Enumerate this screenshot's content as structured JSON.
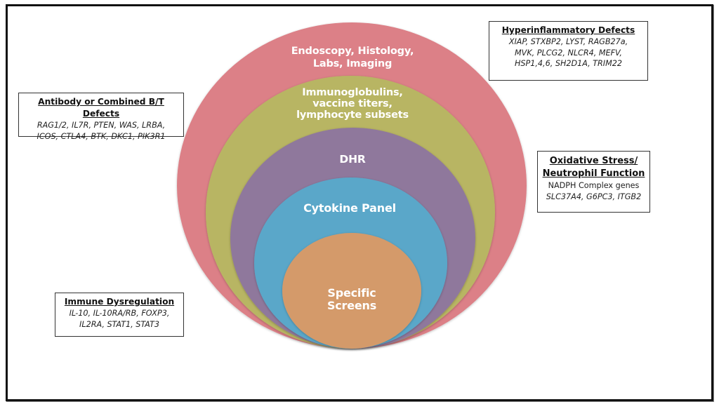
{
  "diagram": {
    "type": "nested-circles",
    "rings": [
      {
        "label_lines": [
          "Endoscopy, Histology,",
          "Labs, Imaging"
        ],
        "color": "#dc8087"
      },
      {
        "label_lines": [
          "Immunoglobulins,",
          "vaccine titers,",
          "lymphocyte subsets"
        ],
        "color": "#b8b563"
      },
      {
        "label_lines": [
          "DHR"
        ],
        "color": "#8f789c"
      },
      {
        "label_lines": [
          "Cytokine Panel"
        ],
        "color": "#5aa7c9"
      },
      {
        "label_lines": [
          "Specific",
          "Screens"
        ],
        "color": "#d49a6a"
      }
    ]
  },
  "boxes": {
    "hyperinflammatory": {
      "title": "Hyperinflammatory Defects",
      "lines": [
        "XIAP, STXBP2, LYST, RAGB27a,",
        "MVK, PLCG2, NLCR4, MEFV,",
        "HSP1,4,6, SH2D1A, TRIM22"
      ]
    },
    "antibody": {
      "title": "Antibody or Combined B/T Defects",
      "lines": [
        "RAG1/2, IL7R, PTEN, WAS, LRBA,",
        "ICOS, CTLA4, BTK, DKC1, PIK3R1"
      ]
    },
    "oxidative": {
      "title_lines": [
        "Oxidative Stress/",
        "Neutrophil Function"
      ],
      "plain_line": "NADPH Complex genes",
      "lines": [
        "SLC37A4, G6PC3, ITGB2"
      ]
    },
    "immune": {
      "title": "Immune Dysregulation",
      "lines": [
        "IL-10, IL-10RA/RB, FOXP3,",
        "IL2RA, STAT1, STAT3"
      ]
    }
  }
}
